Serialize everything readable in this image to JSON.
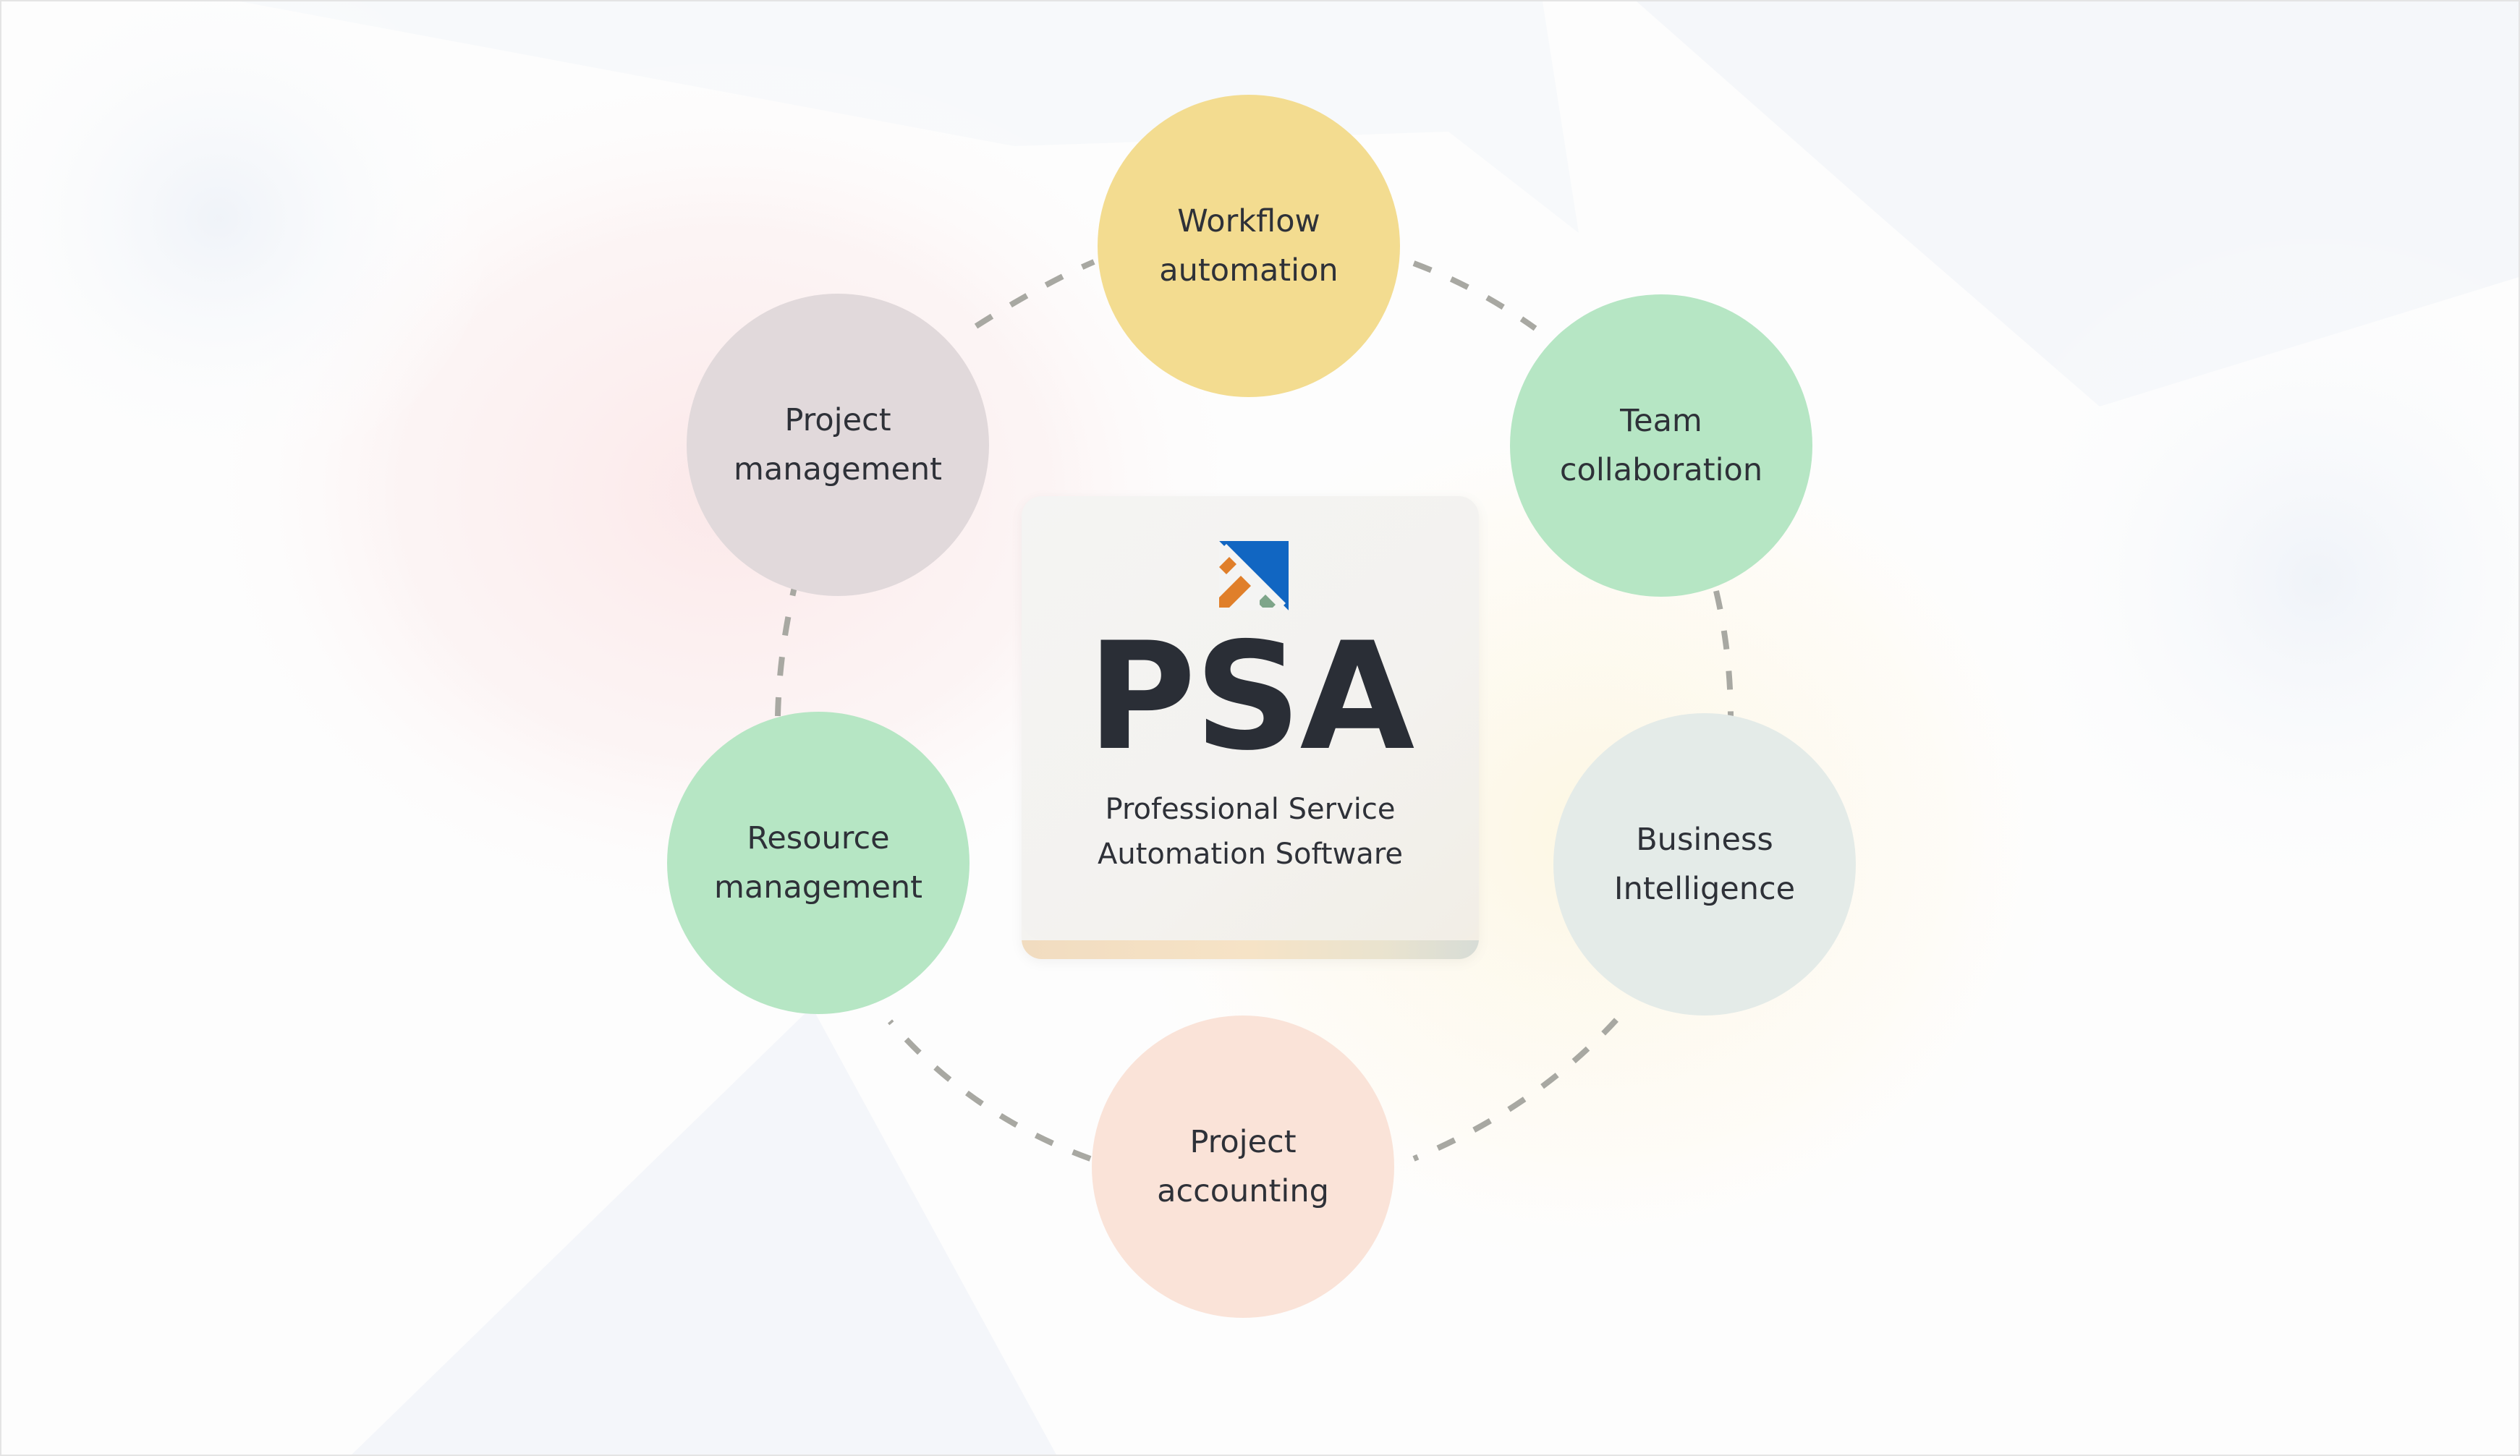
{
  "center": {
    "title": "PSA",
    "subtitle_line1": "Professional Service",
    "subtitle_line2": "Automation Software",
    "logo_icon": "psa-logo-icon",
    "logo_colors": {
      "blue": "#1166c2",
      "orange": "#e07f2a",
      "green": "#7ea58a"
    }
  },
  "nodes": {
    "workflow": {
      "label": "Workflow automation",
      "color": "#f3dc90"
    },
    "team": {
      "label": "Team collaboration",
      "color": "#b6e6c4"
    },
    "bi": {
      "label": "Business Intelligence",
      "color": "#e4ebe8"
    },
    "accounting": {
      "label": "Project accounting",
      "color": "#fae3d8"
    },
    "resource": {
      "label": "Resource management",
      "color": "#b6e6c4"
    },
    "project": {
      "label": "Project management",
      "color": "#e1d9db"
    }
  },
  "connector_color": "#a8a8a2"
}
